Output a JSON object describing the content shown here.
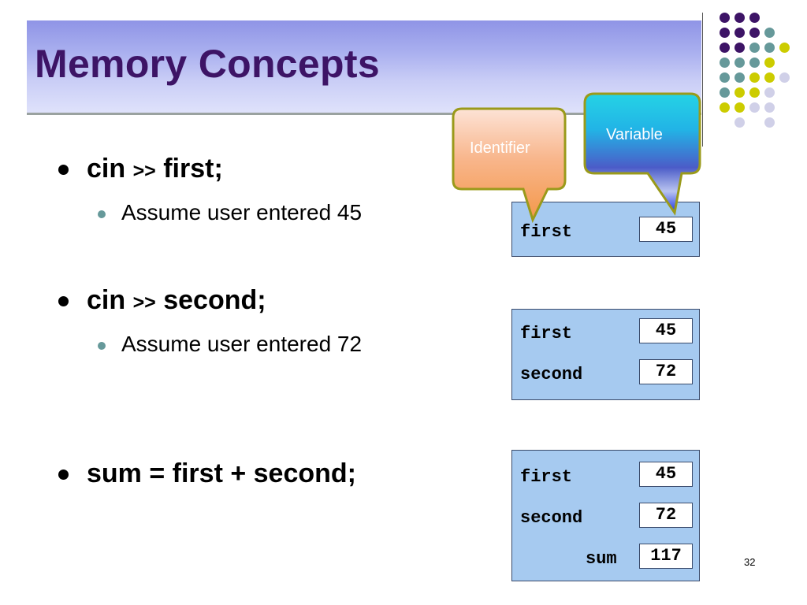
{
  "slide": {
    "title": "Memory Concepts",
    "number": "32"
  },
  "bullets": [
    {
      "code": "cin",
      "op": ">>",
      "rest": "first;",
      "sub": "Assume user entered 45"
    },
    {
      "code": "cin",
      "op": ">>",
      "rest": "second;",
      "sub": "Assume user entered 72"
    },
    {
      "code": "sum = first + second;",
      "op": "",
      "rest": "",
      "sub": ""
    }
  ],
  "callouts": {
    "identifier": "Identifier",
    "variable": "Variable"
  },
  "memory_boxes": [
    {
      "cells": [
        {
          "name": "first",
          "value": "45"
        }
      ]
    },
    {
      "cells": [
        {
          "name": "first",
          "value": "45"
        },
        {
          "name": "second",
          "value": "72"
        }
      ]
    },
    {
      "cells": [
        {
          "name": "first",
          "value": "45"
        },
        {
          "name": "second",
          "value": "72"
        },
        {
          "name": "sum",
          "value": "117"
        }
      ]
    }
  ],
  "colors": {
    "title_text": "#3d1466",
    "memory_box": "#a6caf0",
    "dot_purple": "#3d1466",
    "dot_teal": "#66999a",
    "dot_yellow": "#cccc00",
    "dot_lavender": "#d0d0e8"
  }
}
